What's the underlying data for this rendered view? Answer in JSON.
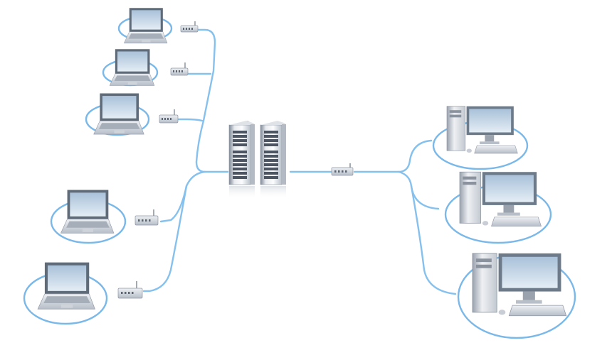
{
  "diagram": {
    "colors": {
      "link": "#86c1ee",
      "ring": "#79b8e8",
      "device_light": "#f2f4f7",
      "device_mid": "#c9ced6",
      "device_dark": "#8e96a3",
      "screen": "#c6d7e8",
      "screen_dark": "#6f7d8c"
    },
    "icons": {
      "server": "server-tower-icon",
      "router": "router-icon",
      "laptop": "laptop-icon",
      "desktop": "desktop-computer-icon"
    },
    "left_laptops": 5,
    "right_desktops": 3,
    "servers": 2
  }
}
